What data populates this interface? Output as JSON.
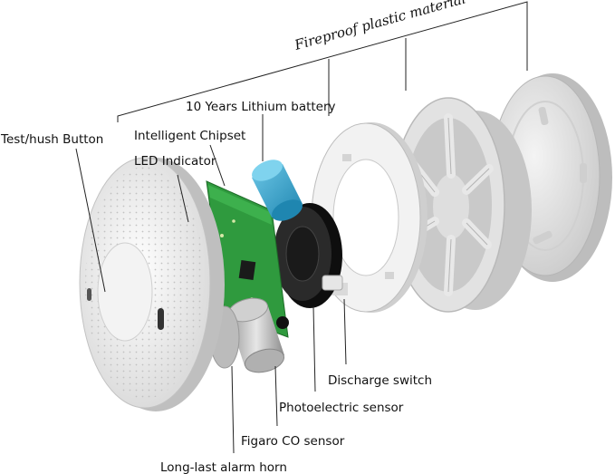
{
  "diagram": {
    "top_label": "Fireproof plastic material",
    "labels": {
      "battery": "10 Years Lithium battery",
      "test_button": "Test/hush Button",
      "chipset": "Intelligent Chipset",
      "led": "LED Indicator",
      "discharge": "Discharge switch",
      "photo": "Photoelectric sensor",
      "co": "Figaro CO sensor",
      "horn": "Long-last alarm horn"
    },
    "colors": {
      "board": "#2f9a3e",
      "battery": "#3aa9cf",
      "sensor_chamber": "#1a1a1a",
      "plastic": "#eeeeee",
      "plastic_shade": "#cfcfcf"
    }
  }
}
